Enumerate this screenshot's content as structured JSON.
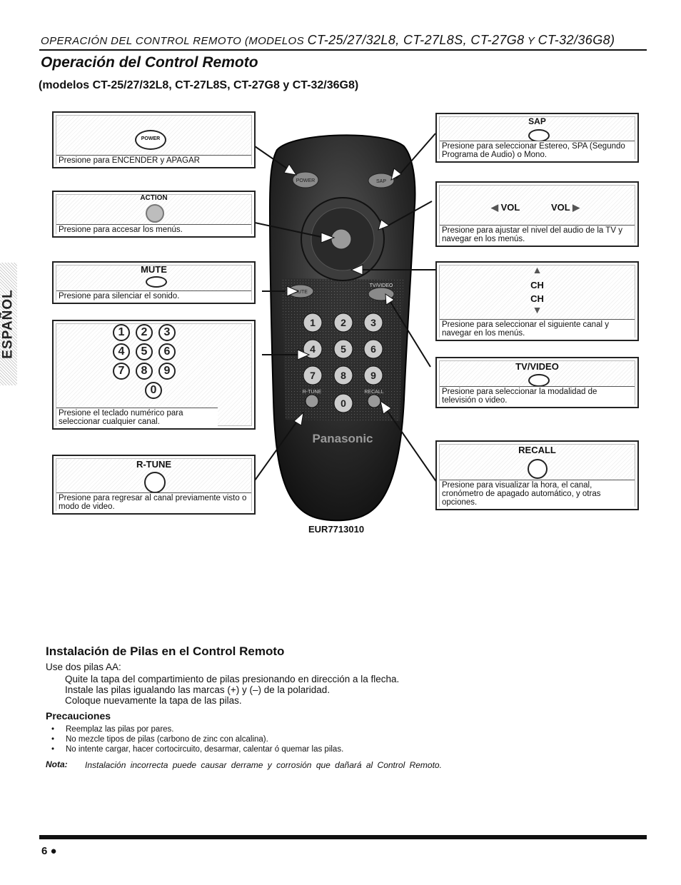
{
  "header": {
    "running_title_small": "OPERACIÓN DEL CONTROL REMOTO (MODELOS",
    "running_title_models": "CT-25/27/32L8, CT-27L8S, CT-27G8",
    "running_title_y": "Y",
    "running_title_last": "CT-32/36G8)",
    "title": "Operación del Control Remoto",
    "subtitle": "(modelos CT-25/27/32L8, CT-27L8S, CT-27G8 y CT-32/36G8)"
  },
  "side_tab": "ESPAÑOL",
  "callouts": {
    "power": {
      "icon_label": "POWER",
      "caption": "Presione para ENCENDER y APAGAR"
    },
    "action": {
      "label": "ACTION",
      "caption": "Presione para accesar los menús."
    },
    "mute": {
      "label": "MUTE",
      "caption": "Presione para silenciar el sonido."
    },
    "keypad": {
      "keys": [
        "1",
        "2",
        "3",
        "4",
        "5",
        "6",
        "7",
        "8",
        "9",
        "0"
      ],
      "caption": "Presione el teclado numérico para seleccionar cualquier canal."
    },
    "rtune": {
      "label": "R-TUNE",
      "caption": "Presione para regresar al canal previamente visto o modo de video."
    },
    "sap": {
      "label": "SAP",
      "caption": "Presione para seleccionar Estereo, SPA (Segundo Programa de Audio) o Mono."
    },
    "vol": {
      "label_left": "VOL",
      "label_right": "VOL",
      "caption": "Presione para ajustar el nivel del audio de la TV y navegar en los menús."
    },
    "ch": {
      "label_up": "CH",
      "label_down": "CH",
      "caption": "Presione para seleccionar el siguiente canal y navegar en los menús."
    },
    "tvvideo": {
      "label": "TV/VIDEO",
      "caption": "Presione para seleccionar la modalidad de televisión o video."
    },
    "recall": {
      "label": "RECALL",
      "caption": "Presione para visualizar la hora, el canal, cronómetro de apagado automático, y otras opciones."
    }
  },
  "remote": {
    "brand": "Panasonic",
    "power_label": "POWER",
    "sap_label": "SAP",
    "mute_label": "MUTE",
    "tvvideo_label": "TV/VIDEO",
    "rtune_label": "R-TUNE",
    "recall_label": "RECALL",
    "model": "EUR7713010"
  },
  "batteries": {
    "title": "Instalación de Pilas en el Control Remoto",
    "intro": "Use dos pilas AA:",
    "steps": [
      "Quite la tapa del compartimiento de pilas presionando en dirección a la flecha.",
      "Instale las pilas igualando las marcas (+) y (–) de la polaridad.",
      "Coloque nuevamente la tapa de las pilas."
    ],
    "precautions_title": "Precauciones",
    "precautions": [
      "Reemplaz las pilas por pares.",
      "No mezcle tipos de pilas (carbono de zinc con alcalina).",
      "No intente cargar, hacer cortocircuito, desarmar, calentar ó quemar las pilas."
    ],
    "note_label": "Nota:",
    "note_text": "Instalación incorrecta puede causar derrame y corrosión que dañará al Control Remoto."
  },
  "footer": {
    "page_number": "6 ●"
  }
}
